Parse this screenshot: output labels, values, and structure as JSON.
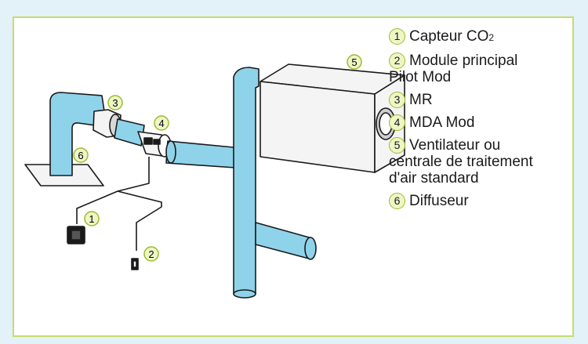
{
  "legend": [
    {
      "num": "1",
      "text": "Capteur CO",
      "sub": "2"
    },
    {
      "num": "2",
      "text": "Module principal",
      "line2": "Pilot Mod"
    },
    {
      "num": "3",
      "text": "MR"
    },
    {
      "num": "4",
      "text": "MDA Mod"
    },
    {
      "num": "5",
      "text": "Ventilateur ou",
      "line2": "centrale de traitement",
      "line3": "d'air standard"
    },
    {
      "num": "6",
      "text": "Diffuseur"
    }
  ],
  "markers": [
    "1",
    "2",
    "3",
    "4",
    "5",
    "6"
  ],
  "colors": {
    "background": "#e3f1f8",
    "frame_border": "#c8db6e",
    "duct_fill": "#8fd3ea",
    "marker_fill": "#eef6c6",
    "marker_stroke": "#9dbb2e",
    "unit_fill": "#f4f4f4",
    "outline": "#1a1a1a"
  }
}
